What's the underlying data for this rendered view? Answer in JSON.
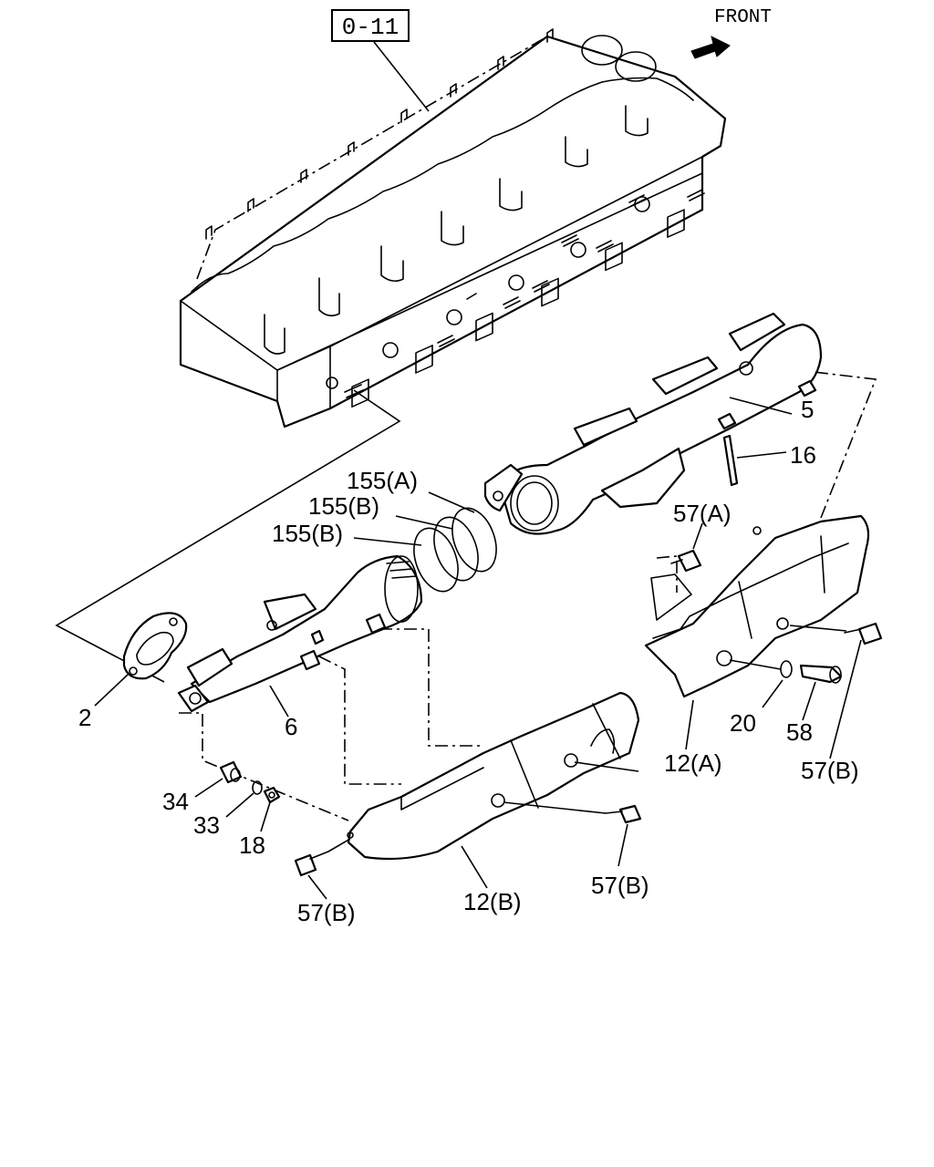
{
  "reference_box": "0-11",
  "front_label": "FRONT",
  "arrow_icon": "front-arrow-icon",
  "callouts": {
    "c2": "2",
    "c5": "5",
    "c6": "6",
    "c16": "16",
    "c18": "18",
    "c20": "20",
    "c33": "33",
    "c34": "34",
    "c58": "58",
    "c155a": "155(A)",
    "c155b1": "155(B)",
    "c155b2": "155(B)",
    "c57a": "57(A)",
    "c57b_right": "57(B)",
    "c57b_mid": "57(B)",
    "c57b_left": "57(B)",
    "c12a": "12(A)",
    "c12b": "12(B)"
  }
}
